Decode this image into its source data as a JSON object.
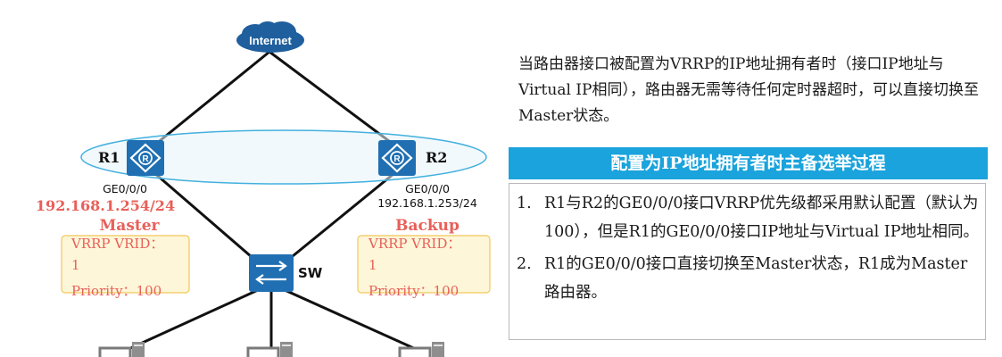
{
  "diagram": {
    "internet_label": "Internet",
    "r1": {
      "name": "R1",
      "interface": "GE0/0/0",
      "ip": "192.168.1.254/24",
      "role": "Master",
      "vrrp_line1": "VRRP VRID：",
      "vrrp_line2": "1",
      "priority": "Priority：100"
    },
    "r2": {
      "name": "R2",
      "interface": "GE0/0/0",
      "ip": "192.168.1.253/24",
      "role": "Backup",
      "vrrp_line1": "VRRP VRID：",
      "vrrp_line2": "1",
      "priority": "Priority：100"
    },
    "switch_label": "SW",
    "colors": {
      "cloud": "#1f5f9e",
      "router": "#1f6fb2",
      "ellipse_fill": "#e6f4fb",
      "ellipse_stroke": "#43b0dd",
      "role_red": "#e8605a",
      "vrrp_box_fill": "#fdf6d8",
      "vrrp_box_stroke": "#f2c85b"
    }
  },
  "intro": "当路由器接口被配置为VRRP的IP地址拥有者时（接口IP地址与Virtual IP相同），路由器无需等待任何定时器超时，可以直接切换至Master状态。",
  "panel": {
    "title": "配置为IP地址拥有者时主备选举过程",
    "steps": [
      {
        "num": "1.",
        "text": "R1与R2的GE0/0/0接口VRRP优先级都采用默认配置（默认为100），但是R1的GE0/0/0接口IP地址与Virtual IP地址相同。"
      },
      {
        "num": "2.",
        "text": "R1的GE0/0/0接口直接切换至Master状态，R1成为Master路由器。"
      }
    ]
  }
}
